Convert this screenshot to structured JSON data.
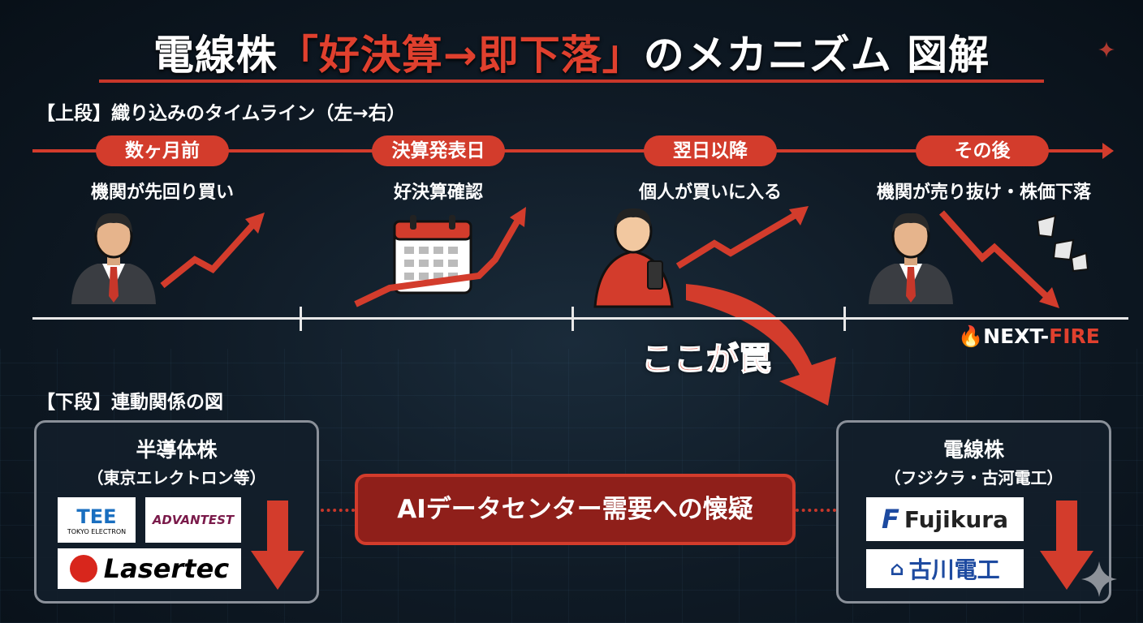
{
  "title": {
    "prefix": "電線株",
    "highlight": "「好決算→即下落」",
    "suffix": "のメカニズム 図解"
  },
  "upper": {
    "label": "【上段】織り込みのタイムライン（左→右）",
    "stages": [
      {
        "pill": "数ヶ月前",
        "caption": "機関が先回り買い",
        "icon": "businessman-icon"
      },
      {
        "pill": "決算発表日",
        "caption": "好決算確認",
        "icon": "calendar-icon"
      },
      {
        "pill": "翌日以降",
        "caption": "個人が買いに入る",
        "icon": "retail-investor-phone-icon"
      },
      {
        "pill": "その後",
        "caption": "機関が売り抜け・株価下落",
        "icon": "businessman-icon"
      }
    ],
    "trap_label": "ここが罠"
  },
  "brand": {
    "white": "NEXT-",
    "red": "FIRE"
  },
  "lower": {
    "label": "【下段】連動関係の図",
    "left_box": {
      "title": "半導体株",
      "subtitle": "（東京エレクトロン等）",
      "logos": [
        "TEE",
        "TOKYO ELECTRON",
        "ADVANTEST",
        "Lasertec"
      ]
    },
    "center": "AIデータセンター需要への懐疑",
    "right_box": {
      "title": "電線株",
      "subtitle": "（フジクラ・古河電工）",
      "logos": [
        "Fujikura",
        "古川電工"
      ]
    }
  },
  "colors": {
    "accent": "#d33c2c",
    "background": "#0c141d"
  }
}
